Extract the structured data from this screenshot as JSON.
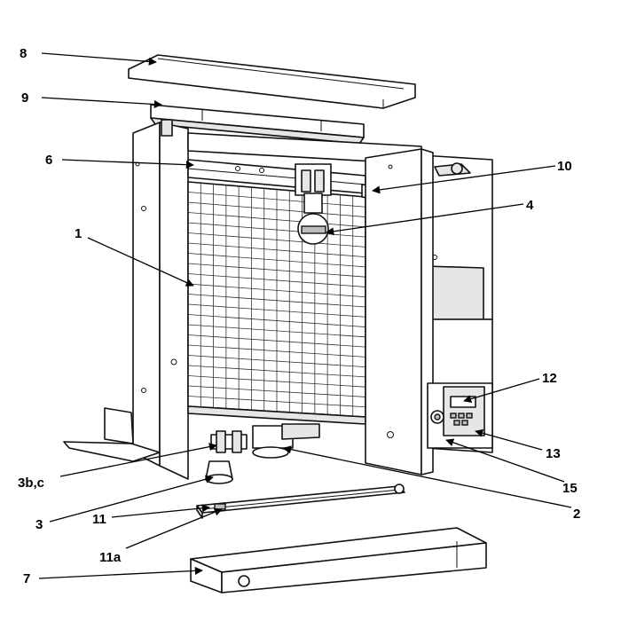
{
  "diagram": {
    "callouts": [
      {
        "id": "8",
        "label": "8"
      },
      {
        "id": "9",
        "label": "9"
      },
      {
        "id": "6",
        "label": "6"
      },
      {
        "id": "10",
        "label": "10"
      },
      {
        "id": "4",
        "label": "4"
      },
      {
        "id": "1",
        "label": "1"
      },
      {
        "id": "12",
        "label": "12"
      },
      {
        "id": "13",
        "label": "13"
      },
      {
        "id": "15",
        "label": "15"
      },
      {
        "id": "3bc",
        "label": "3b,c"
      },
      {
        "id": "2",
        "label": "2"
      },
      {
        "id": "3",
        "label": "3"
      },
      {
        "id": "11",
        "label": "11"
      },
      {
        "id": "11a",
        "label": "11a"
      },
      {
        "id": "7",
        "label": "7"
      }
    ]
  }
}
